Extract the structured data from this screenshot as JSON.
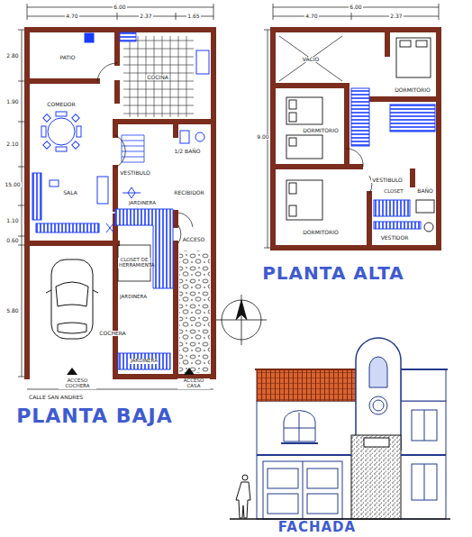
{
  "diagram": {
    "labels": [
      "6.00",
      "4.70",
      "2.37",
      "1.65",
      "2.80",
      "1.90",
      "2.10",
      "15.00",
      "1.10",
      "0.60",
      "5.80",
      "PATIO",
      "COCINA",
      "COMEDOR",
      "SALA",
      "VESTIBULO",
      "1/2 BAÑO",
      "RECIBIDOR",
      "JARDINERA",
      "ACCESO",
      "CLOSET DE HERRAMIENTA",
      "JARDINERA",
      "COCHERA",
      "JARDINERA",
      "ACCESO COCHERA",
      "ACCESO CASA",
      "CALLE SAN ANDRES",
      "PLANTA BAJA",
      "6.00",
      "4.70",
      "2.37",
      "9.00",
      "VACIO",
      "DORMITORIO",
      "DORMITORIO",
      "DORMITORIO",
      "VESTIBULO",
      "BAÑO",
      "CLOSET",
      "VESTIDOR",
      "PLANTA ALTA",
      "FACHADA"
    ]
  }
}
